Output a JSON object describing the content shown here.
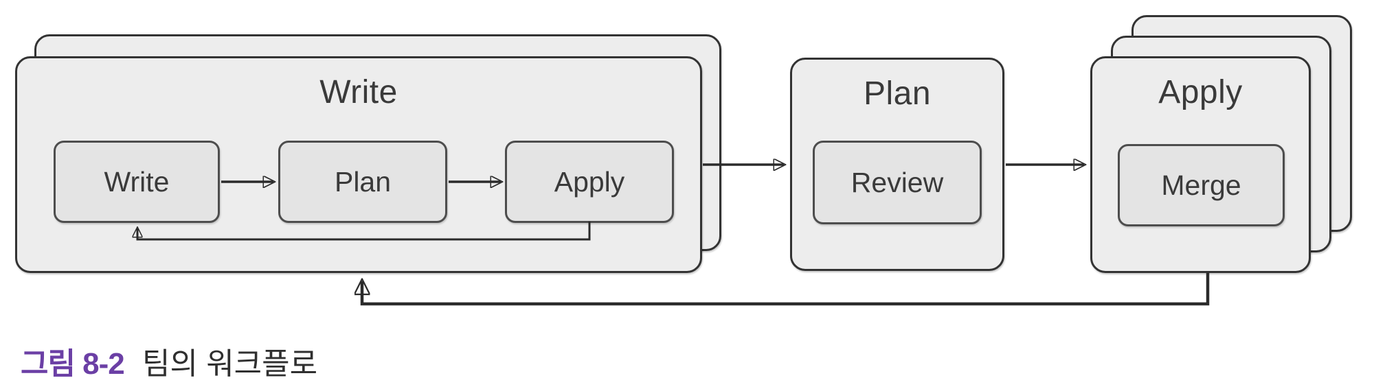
{
  "figure": {
    "stages": {
      "write": {
        "title": "Write",
        "stacked_cards": 2,
        "steps": {
          "write": "Write",
          "plan": "Plan",
          "apply": "Apply"
        }
      },
      "plan": {
        "title": "Plan",
        "stacked_cards": 1,
        "steps": {
          "review": "Review"
        }
      },
      "apply": {
        "title": "Apply",
        "stacked_cards": 3,
        "steps": {
          "merge": "Merge"
        }
      }
    },
    "edges": [
      {
        "from": "write.write",
        "to": "write.plan"
      },
      {
        "from": "write.plan",
        "to": "write.apply"
      },
      {
        "from": "write.apply",
        "to": "write.write",
        "type": "feedback-loop"
      },
      {
        "from": "write",
        "to": "plan"
      },
      {
        "from": "plan",
        "to": "apply"
      },
      {
        "from": "apply",
        "to": "write",
        "type": "feedback-loop"
      }
    ]
  },
  "caption": {
    "figure_label": "그림 8-2",
    "figure_title": "팀의 워크플로"
  },
  "colors": {
    "background": "#ffffff",
    "card_fill": "#ededed",
    "card_border": "#333333",
    "node_fill": "#e4e4e4",
    "node_border": "#4d4d4d",
    "arrow": "#2b2b2b",
    "title_text": "#3a3a3a",
    "label_text": "#3a3a3a",
    "caption_accent": "#6b3fa5",
    "caption_text": "#2f2f2f"
  }
}
